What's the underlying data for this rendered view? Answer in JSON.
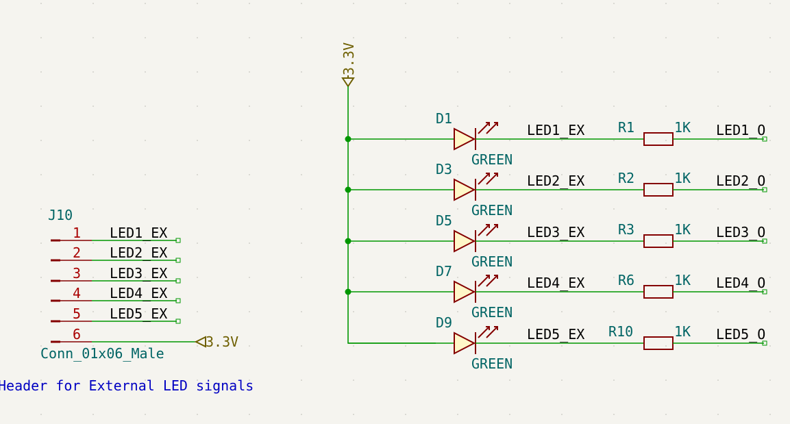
{
  "power_label": "3.3V",
  "connector": {
    "ref": "J10",
    "value": "Conn_01x06_Male",
    "pins": [
      {
        "num": "1",
        "net": "LED1_EX"
      },
      {
        "num": "2",
        "net": "LED2_EX"
      },
      {
        "num": "3",
        "net": "LED3_EX"
      },
      {
        "num": "4",
        "net": "LED4_EX"
      },
      {
        "num": "5",
        "net": "LED5_EX"
      },
      {
        "num": "6",
        "net": ""
      }
    ]
  },
  "note": "Header for External LED signals",
  "led_rows": [
    {
      "diode_ref": "D1",
      "diode_value": "GREEN",
      "mid_net": "LED1_EX",
      "res_ref": "R1",
      "res_value": "1K",
      "out_net": "LED1_O"
    },
    {
      "diode_ref": "D3",
      "diode_value": "GREEN",
      "mid_net": "LED2_EX",
      "res_ref": "R2",
      "res_value": "1K",
      "out_net": "LED2_O"
    },
    {
      "diode_ref": "D5",
      "diode_value": "GREEN",
      "mid_net": "LED3_EX",
      "res_ref": "R3",
      "res_value": "1K",
      "out_net": "LED3_O"
    },
    {
      "diode_ref": "D7",
      "diode_value": "GREEN",
      "mid_net": "LED4_EX",
      "res_ref": "R6",
      "res_value": "1K",
      "out_net": "LED4_O"
    },
    {
      "diode_ref": "D9",
      "diode_value": "GREEN",
      "mid_net": "LED5_EX",
      "res_ref": "R10",
      "res_value": "1K",
      "out_net": "LED5_O"
    }
  ]
}
